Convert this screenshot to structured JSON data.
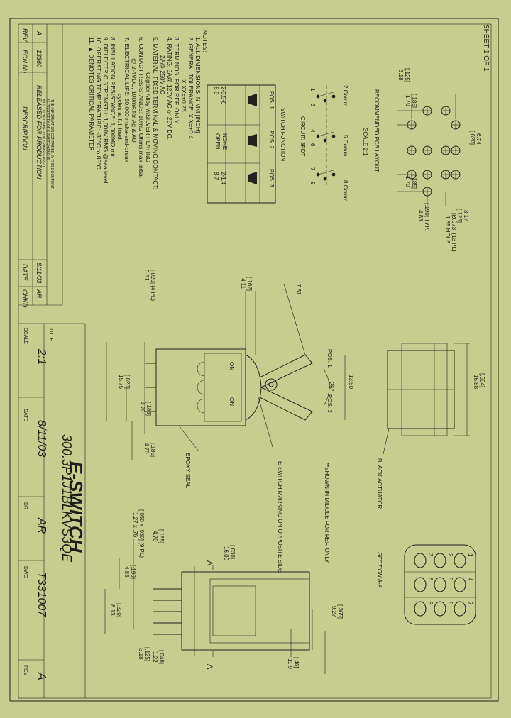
{
  "sheet": "SHEET 1 OF 1",
  "notes": {
    "heading": "NOTES:",
    "lines": [
      "1. ALL DIMENSIONS IN MM [INCH]",
      "2. GENERAL TOLERANCE: X.X=±0.4",
      "X.XX=±0.25",
      "3. TERM NOS. FOR REF. ONLY",
      "4. RATING: 5A@ 120V AC or 28V DC,",
      "2A@ 250V AC",
      "5. MATERIAL: FIXED TERMINAL & MOVING CONTACT:",
      "Copper Alloy w/SILVER PLATING",
      "6. CONTACT RESISTANCE: 10mΩ Ohms max initial",
      "@ 2-4VDC, 100mA for Ag & AU",
      "7. ELECTRICAL LIFE: 50,000 make-and-break",
      "cycles at full load.",
      "8. INSULATION RESISTANCE: 1,000MΩ min.",
      "9. DIELECTRIC STRENGTH: 1,000V RMS @sea level",
      "10. OPERATING TEMPERATURE: -30°C to 85°C",
      "11. ▲ DENOTES CRITICAL PARAMETER"
    ]
  },
  "pcb": {
    "title": "RECOMMENDED PCB LAYOUT",
    "scale": "SCALE 2:1",
    "dims": {
      "w": "6.74",
      "w_in": "[.620]",
      "h318": "3.18",
      "h318_in": "[.125]",
      "h170a": "1.70",
      "h170a_in": "[.185]",
      "h170b": "1.70",
      "h170b_in": "[.185]",
      "d317": "3.17",
      "d317_in": "[.125]",
      "hole": "1.85 HOLE",
      "hole_in": "[Ø.073] (13 PL)",
      "d483": "4.83",
      "d483_in": "[.190] TYP."
    }
  },
  "circuit": {
    "title": "CIRCUIT: 3PDT",
    "labels": [
      "2 Comm.",
      "5 Comm.",
      "8 Comm."
    ],
    "pins": [
      "1",
      "3",
      "4",
      "6",
      "7",
      "9"
    ]
  },
  "switch_function": {
    "title": "SWITCH FUNCTION",
    "headers": [
      "POS. 1",
      "POS. 2",
      "POS. 3"
    ],
    "rows": [
      [
        "2-3,5-6",
        "NONE",
        "2-1,4"
      ],
      [
        "8-9",
        "OPEN",
        "8-7"
      ]
    ],
    "state_row": [
      "ON",
      "NONE",
      "ON"
    ]
  },
  "side_view": {
    "d411": "4.11",
    "d411_in": "[.162]",
    "d787": "7.87",
    "d051": "0.51",
    "d051_in": "[.020] (4 PL)",
    "d1575": "15.75",
    "d1575_in": "[.620]",
    "d470a": "4.70",
    "d470a_in": "[.185]",
    "d470b": "4.70",
    "d470b_in": "[.185]",
    "d1350": "13.50",
    "angle": "25°",
    "pos1": "POS. 1",
    "pos3": "POS. 3",
    "on1": "ON",
    "on2": "ON",
    "epoxy": "EPOXY SEAL"
  },
  "top_view": {
    "d1688": "16.88",
    "d1688_in": "[.664]",
    "actuator": "BLACK ACTUATOR",
    "note": "**SHOWN IN MIDDLE FOR REF. ONLY",
    "marking": "E-SWITCH MARKING ON OPPOSITE SIDE"
  },
  "front_view": {
    "d1600": "16.00",
    "d1600_in": "[.630]",
    "d470": "4.70",
    "d470_in": "[.185]",
    "d127": "1.27 x .76",
    "d127_in": "[.050 x .030] (9 PL)",
    "d483": "4.83",
    "d483_in": "[.190]",
    "d813": "8.13",
    "d813_in": "[.320]",
    "d122": "1.22",
    "d122_in": "[.048]",
    "d318": "3.18",
    "d318_in": "[.125]",
    "d119": "11.9",
    "d119_in": "[.46]",
    "d927": "9.27",
    "d927_in": "[.365]",
    "a_top": "A",
    "a_bot": "A"
  },
  "section": {
    "title": "SECTION A-A",
    "pins": [
      "1",
      "2",
      "3",
      "4",
      "5",
      "6",
      "7",
      "8",
      "9"
    ]
  },
  "rev_block": {
    "headers": [
      "REV.",
      "ECN No.",
      "DESCRIPTION",
      "DATE",
      "CHKD"
    ],
    "row": [
      "A",
      "13360",
      "RELEASED FOR PRODUCTION",
      "8/11/03",
      "AR"
    ],
    "disclaimer1": "THE INFORMATION CONTAINED IN THIS DOCUMENT",
    "disclaimer2": "IS PROPERTY OF E-SWITCH AND IS",
    "disclaimer3": "NOT TO BE COPIED OR TRANSFERRED"
  },
  "title_block": {
    "title_label": "TITLE",
    "title": "300.3P1J1BLKVS3QE",
    "scale_label": "SCALE",
    "scale": "2:1",
    "date_label": "DATE",
    "date": "8/11/03",
    "dr_label": "DR",
    "dr": "AR",
    "dwg_label": "DWG",
    "dwg": "T331007",
    "rev_label": "REV",
    "rev": "A",
    "logo": "E-SWITCH"
  }
}
